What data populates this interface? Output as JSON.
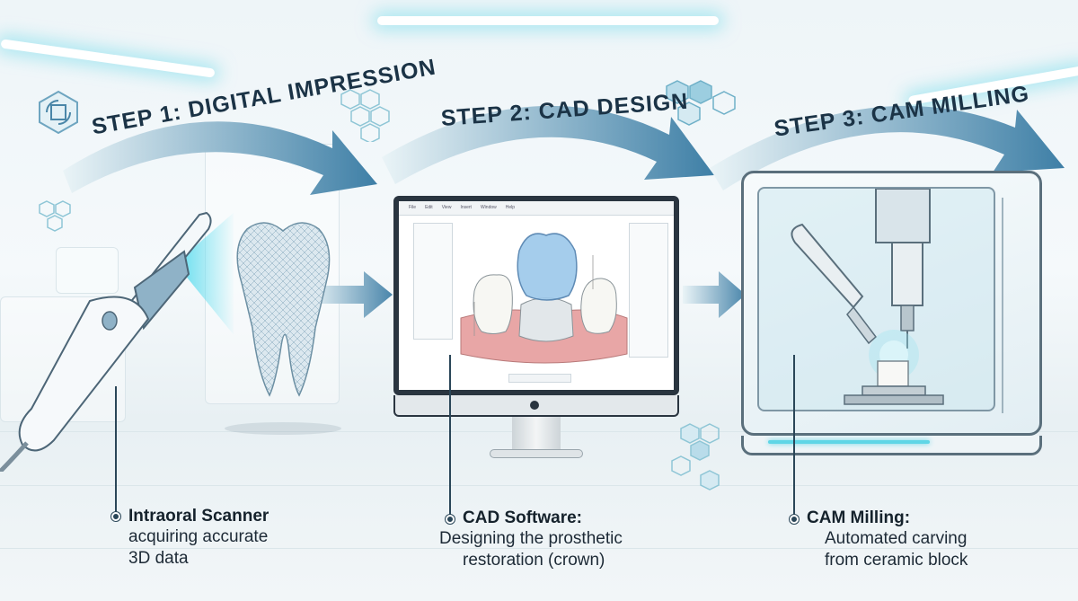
{
  "steps": [
    {
      "title": "STEP 1: DIGITAL IMPRESSION",
      "caption_title": "Intraoral Scanner",
      "caption_lines": [
        "acquiring accurate",
        "3D data"
      ]
    },
    {
      "title": "STEP 2: CAD DESIGN",
      "caption_title": "CAD Software:",
      "caption_lines": [
        "Designing the prosthetic",
        "restoration (crown)"
      ]
    },
    {
      "title": "STEP 3: CAM MILLING",
      "caption_title": "CAM Milling:",
      "caption_lines": [
        "Automated carving",
        "from ceramic block"
      ]
    }
  ],
  "software_menu": [
    "File",
    "Edit",
    "View",
    "Insert",
    "Window",
    "Help"
  ],
  "icons": [
    "scanner-icon",
    "tooth-icon",
    "monitor-icon",
    "milling-machine-icon",
    "hexagon-icon",
    "process-cycle-icon",
    "arrow-right-icon"
  ],
  "colors": {
    "arrow_start": "#e6f2f5",
    "arrow_end": "#3e7fa6",
    "accent_cyan": "#5fd6e6",
    "text_dark": "#15222c",
    "gum": "#e8a6a6"
  }
}
